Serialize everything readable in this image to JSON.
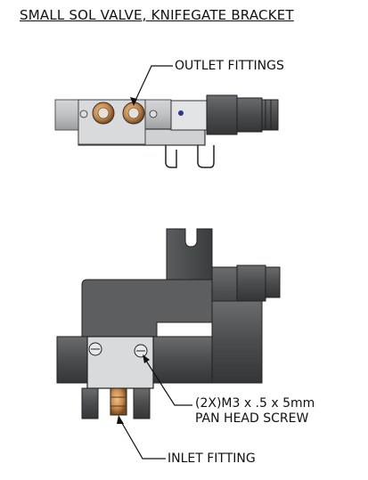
{
  "title": "SMALL SOL VALVE, KNIFEGATE BRACKET",
  "callouts": {
    "outlet": "OUTLET FITTINGS",
    "screw_line1": "(2X)M3 x .5 x 5mm",
    "screw_line2": "PAN HEAD SCREW",
    "inlet": "INLET FITTING"
  },
  "colors": {
    "steel_light": "#bfc1c2",
    "steel_dark": "#4a4c4e",
    "copper": "#c98a4a",
    "line": "#111111"
  }
}
